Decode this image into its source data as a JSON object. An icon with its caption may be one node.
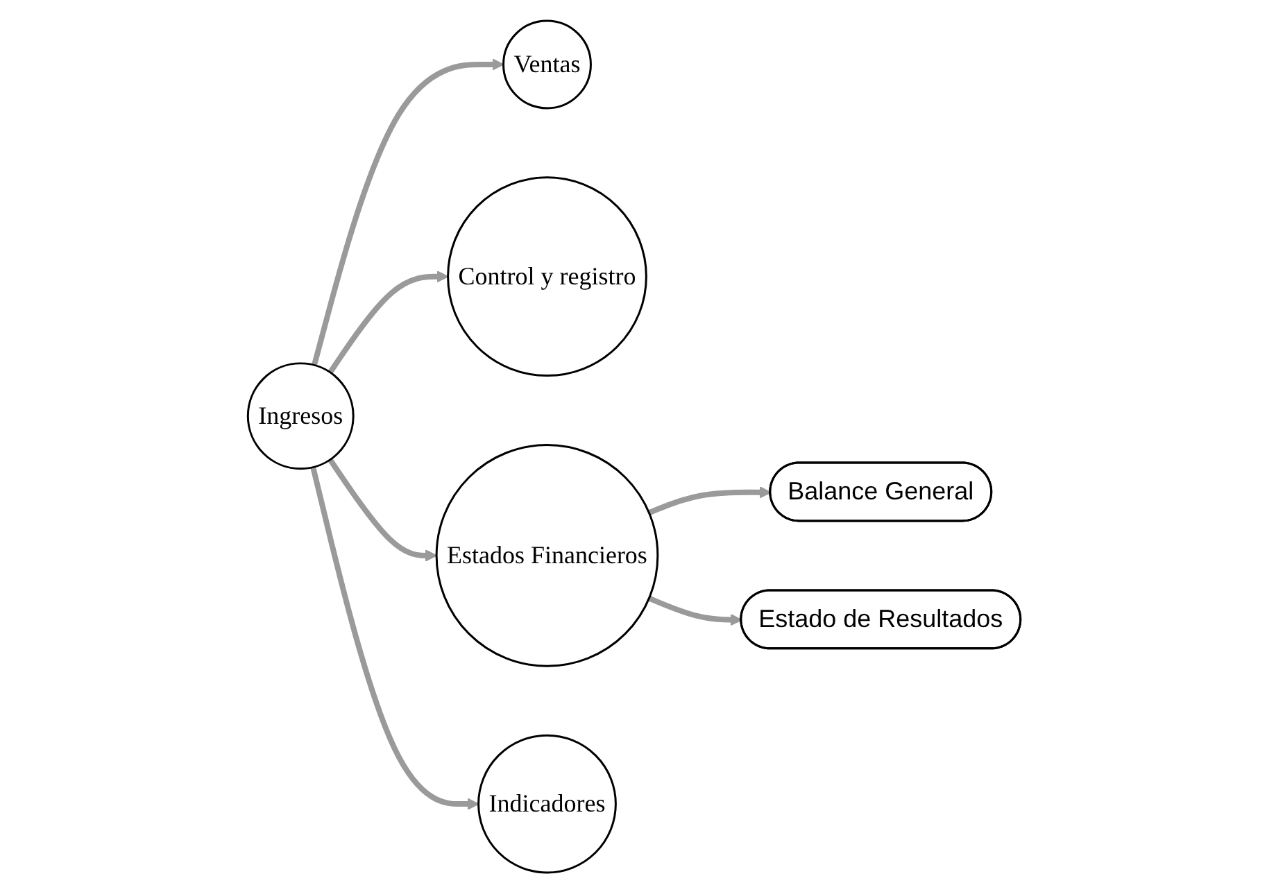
{
  "diagram": {
    "nodes": [
      {
        "text": [
          "Ventas"
        ]
      },
      {
        "text": [
          "Balance General"
        ]
      },
      {
        "text": [
          "Control y registro"
        ]
      },
      {
        "text": [
          "Ingresos"
        ]
      },
      {
        "text": [
          "Estados Financieros"
        ]
      },
      {
        "text": [
          "Estado de Resultados"
        ]
      },
      {
        "text": [
          "Indicadores"
        ]
      }
    ],
    "edges": [
      {
        "from": 3,
        "to": 0,
        "arrow": "to"
      },
      {
        "from": 3,
        "to": 2,
        "arrow": "to"
      },
      {
        "from": 3,
        "to": 4,
        "arrow": "to"
      },
      {
        "from": 3,
        "to": 6,
        "arrow": "to"
      },
      {
        "from": 4,
        "to": 1,
        "arrow": "to"
      },
      {
        "from": 4,
        "to": 5,
        "arrow": "to"
      }
    ]
  }
}
